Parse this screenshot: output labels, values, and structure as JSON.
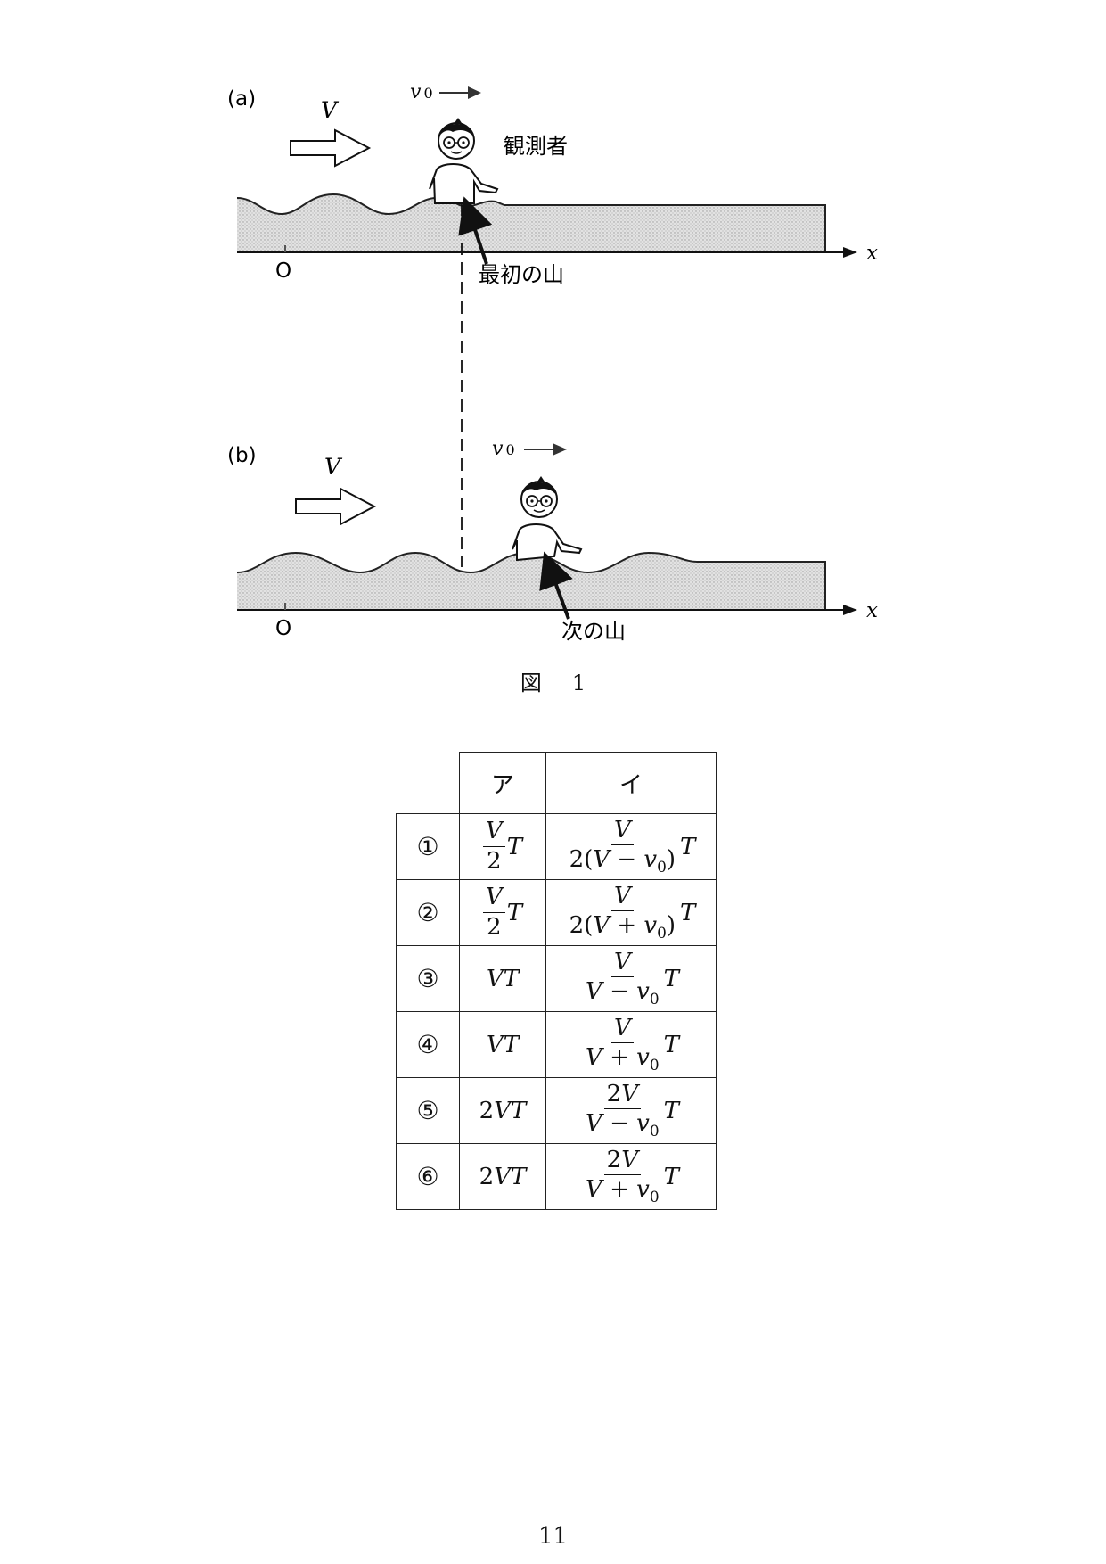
{
  "figure": {
    "panel_a_label": "(a)",
    "panel_b_label": "(b)",
    "wave_speed_label": "V",
    "observer_speed_label": "v",
    "observer_speed_sub": "0",
    "observer_label": "観測者",
    "first_crest_label": "最初の山",
    "next_crest_label": "次の山",
    "origin_label": "O",
    "x_axis_label": "x",
    "caption_prefix": "図",
    "caption_number": "1"
  },
  "table": {
    "header": {
      "col_a": "ア",
      "col_i": "イ"
    },
    "rows": [
      {
        "num": "①",
        "a": {
          "type": "frac",
          "num": "V",
          "den": "2",
          "suffix": "T"
        },
        "i": {
          "num": "V",
          "den": "2(V − v₀)",
          "suffix": "T"
        }
      },
      {
        "num": "②",
        "a": {
          "type": "frac",
          "num": "V",
          "den": "2",
          "suffix": "T"
        },
        "i": {
          "num": "V",
          "den": "2(V + v₀)",
          "suffix": "T"
        }
      },
      {
        "num": "③",
        "a": {
          "type": "text",
          "text": "VT"
        },
        "i": {
          "num": "V",
          "den": "V − v₀",
          "suffix": "T"
        }
      },
      {
        "num": "④",
        "a": {
          "type": "text",
          "text": "VT"
        },
        "i": {
          "num": "V",
          "den": "V + v₀",
          "suffix": "T"
        }
      },
      {
        "num": "⑤",
        "a": {
          "type": "text",
          "text": "2VT"
        },
        "i": {
          "num": "2V",
          "den": "V − v₀",
          "suffix": "T"
        }
      },
      {
        "num": "⑥",
        "a": {
          "type": "text",
          "text": "2VT"
        },
        "i": {
          "num": "2V",
          "den": "V + v₀",
          "suffix": "T"
        }
      }
    ]
  },
  "page_number": "11"
}
